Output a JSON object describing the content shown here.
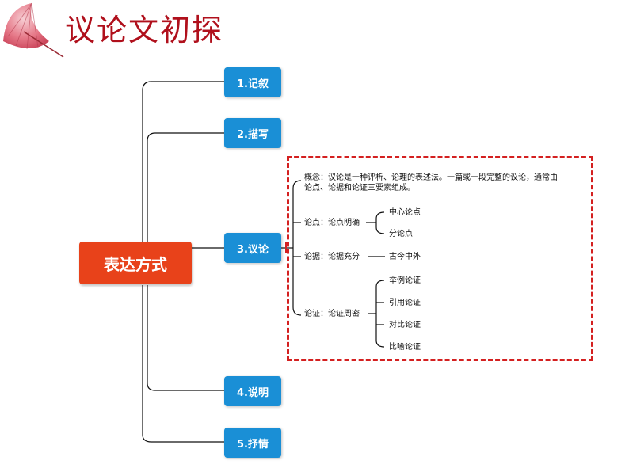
{
  "title": "议论文初探",
  "root": "表达方式",
  "branches": [
    "1.记叙",
    "2.描写",
    "3.议论",
    "4.说明",
    "5.抒情"
  ],
  "argument": {
    "concept": "概念：议论是一种评析、论理的表述法。一篇或一段完整的议论，通常由论点、论据和论证三要素组成。",
    "point": {
      "label": "论点：论点明确",
      "children": [
        "中心论点",
        "分论点"
      ]
    },
    "evidence": {
      "label": "论据：论据充分",
      "children": [
        "古今中外"
      ]
    },
    "proof": {
      "label": "论证：论证周密",
      "children": [
        "举例论证",
        "引用论证",
        "对比论证",
        "比喻论证"
      ]
    }
  },
  "colors": {
    "title": "#b0101c",
    "root": "#e8421a",
    "branch": "#1a8fd6",
    "dash": "#d42020"
  }
}
